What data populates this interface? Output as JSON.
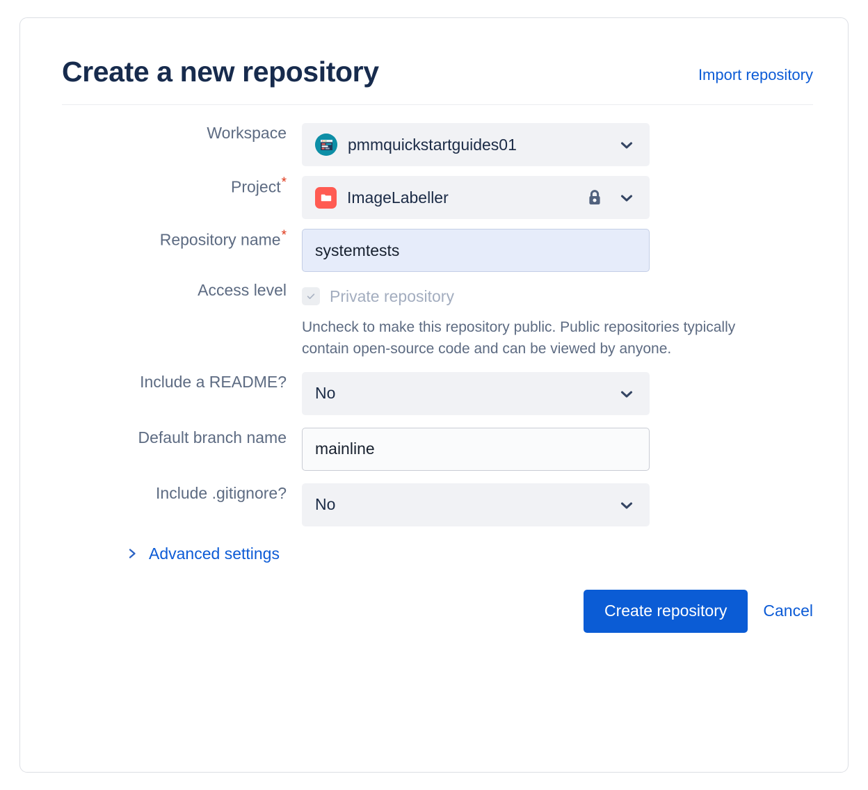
{
  "header": {
    "title": "Create a new repository",
    "import_link": "Import repository"
  },
  "form": {
    "workspace": {
      "label": "Workspace",
      "value": "pmmquickstartguides01",
      "avatar_icon": "workspace-avatar-icon",
      "chevron_icon": "chevron-down-icon"
    },
    "project": {
      "label": "Project",
      "required_mark": "*",
      "value": "ImageLabeller",
      "project_icon": "folder-icon",
      "lock_icon": "lock-icon",
      "chevron_icon": "chevron-down-icon"
    },
    "repository_name": {
      "label": "Repository name",
      "required_mark": "*",
      "value": "systemtests",
      "placeholder": ""
    },
    "access_level": {
      "label": "Access level",
      "checkbox_label": "Private repository",
      "checked": true,
      "disabled": true,
      "check_icon": "check-icon",
      "help_text": "Uncheck to make this repository public. Public repositories typically contain open-source code and can be viewed by anyone."
    },
    "include_readme": {
      "label": "Include a README?",
      "value": "No",
      "chevron_icon": "chevron-down-icon"
    },
    "default_branch": {
      "label": "Default branch name",
      "value": "mainline",
      "placeholder": ""
    },
    "include_gitignore": {
      "label": "Include .gitignore?",
      "value": "No",
      "chevron_icon": "chevron-down-icon"
    },
    "advanced_settings": {
      "label": "Advanced settings",
      "chevron_icon": "chevron-right-icon",
      "expanded": false
    }
  },
  "footer": {
    "submit_label": "Create repository",
    "cancel_label": "Cancel"
  },
  "colors": {
    "link_blue": "#0c5bd6",
    "primary_button": "#0b5cd5",
    "title_navy": "#172b4d",
    "label_gray": "#5d6b82",
    "required_red": "#de3618",
    "field_bg": "#f1f2f5",
    "focused_field_bg": "#e6ecfa",
    "project_icon_red": "#ff5b52",
    "workspace_avatar_teal": "#0d8ea6",
    "card_border": "#dcdfe4"
  }
}
